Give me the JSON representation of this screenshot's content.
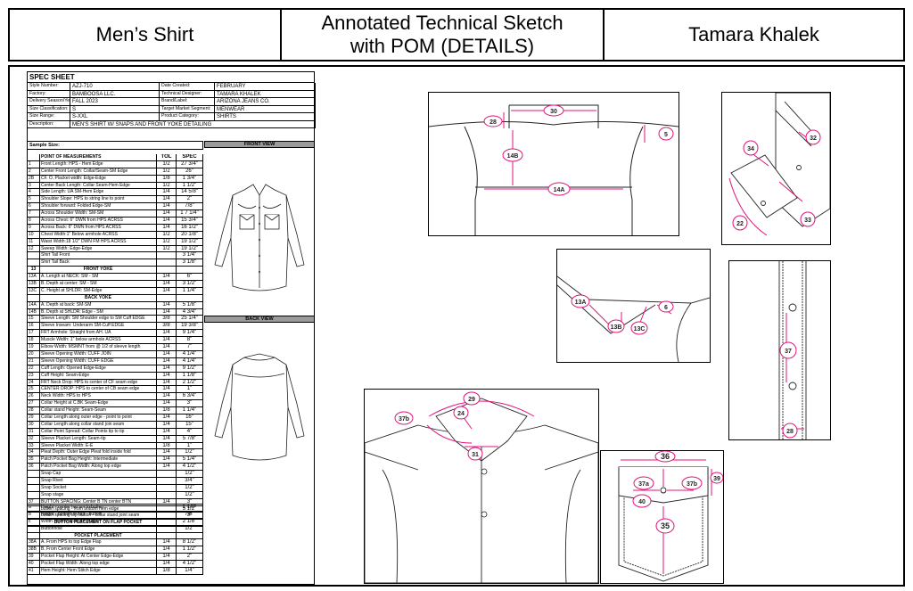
{
  "header": {
    "left": "Men’s Shirt",
    "center_line1": "Annotated Technical Sketch",
    "center_line2": "with POM (DETAILS)",
    "right": "Tamara Khalek"
  },
  "spec": {
    "title": "SPEC SHEET",
    "meta": [
      [
        "Style Number:",
        "AZJ-710",
        "Date Created:",
        "FEBRUARY"
      ],
      [
        "Factory:",
        "BAMBOOSA LLC.",
        "Technical Designer:",
        "TAMARA KHALEK"
      ],
      [
        "Delivery Season/Year:",
        "FALL 2023",
        "Brand/Label:",
        "ARIZONA JEANS CO."
      ],
      [
        "Size Classification:",
        "S",
        "Target Market Segment:",
        "MENWEAR"
      ],
      [
        "Size Range:",
        "S-XXL",
        "Product Category:",
        "SHIRTS"
      ]
    ],
    "desc_label": "Description:",
    "desc_value": "MEN'S SHIRT W/ SNAPS AND FRONT YOKE DETAILING",
    "sample_size": "Sample Size:",
    "front_view": "FRONT VIEW",
    "back_view": "BACK VIEW",
    "col_pom": "POINT OF MEASUREMENTS",
    "col_tol": "TOL",
    "col_spec": "SPEC",
    "rows": [
      [
        "1",
        "Front Length: HPS - Hem Edge",
        "1/2",
        "27 3/4\""
      ],
      [
        "2",
        "Center Front Length: Collar/Seam-SM Edge",
        "1/2",
        "26\""
      ],
      [
        "2B",
        "CF. O. Placket width: Edge-Edge",
        "1/8",
        "1 3/4\""
      ],
      [
        "3",
        "Center Back Length: Collar Seam-Hem Edge",
        "1/2",
        "1 1/2\""
      ],
      [
        "4",
        "Side Length: UA SM-Hem Edge",
        "1/4",
        "14 5/8\""
      ],
      [
        "5",
        "Shoulder Slope: HPS to string line to point",
        "1/4",
        "2\""
      ],
      [
        "6",
        "Shoulder forward: Folded Edge-SM",
        "1/4",
        "7/8\""
      ],
      [
        "7",
        "Across Shoulder Width: SM-SM",
        "1/4",
        "1 7 1/4\""
      ],
      [
        "8",
        "Across Chest: 6\" DWN from HPS ACRSS",
        "1/4",
        "15 3/4\""
      ],
      [
        "9",
        "Across Back: 6\" DWN from HPS ACRSS",
        "1/4",
        "16 1/2\""
      ],
      [
        "10",
        "Chest Width:1\" Below armhole ACRSS",
        "1/2",
        "20 1/8\""
      ],
      [
        "11",
        "Waist Width:18 1/2\" DWN FM HPS ACRSS",
        "1/2",
        "19 1/2\""
      ],
      [
        "12",
        "Sweep Width: Edge-Edge",
        "1/2",
        "19 1/2\""
      ],
      [
        "",
        "Shirt Tail Front",
        "",
        "3 1/4\""
      ],
      [
        "",
        "Shirt Tail Back",
        "",
        "3 1/8\""
      ],
      [
        "13",
        "FRONT YOKE",
        "",
        ""
      ],
      [
        "13A",
        "A. Length at NECK: SM - SM",
        "1/4",
        "6\""
      ],
      [
        "13B",
        "B. Depth at center: SM - SM",
        "1/4",
        "3 1/2\""
      ],
      [
        "13C",
        "C. Height at SHLDR: SM-Edge",
        "1/4",
        "1 1/4\""
      ],
      [
        "",
        "BACK YOKE",
        "",
        ""
      ],
      [
        "14A",
        "A. Depth at back: SM-SM",
        "1/4",
        "5 1/8\""
      ],
      [
        "14B",
        "B. Depth at SHLDR: Edge - SM",
        "1/4",
        "4 3/4\""
      ],
      [
        "15",
        "Sleeve Length: SM Shoulder edge to SM Cuff EDGE",
        "3/8",
        "25 1/4\""
      ],
      [
        "16",
        "Sleeve Inseam: Underarm SM-Cuff EDGE",
        "3/8",
        "19 3/8\""
      ],
      [
        "17",
        "FRT Armhole: Straight from AH. UA",
        "1/4",
        "9 1/4\""
      ],
      [
        "18",
        "Muscle Width: 1\" below armhole ACRSS",
        "1/4",
        "8\""
      ],
      [
        "19",
        "Elbow Width: MSMNT from @ 1/2 of sleeve length",
        "1/4",
        "7\""
      ],
      [
        "20",
        "Sleeve Opening Width: CUFF JOIN",
        "1/4",
        "4 1/4\""
      ],
      [
        "21",
        "Sleeve Opening Width: CUFF EDGE",
        "1/4",
        "4 1/4\""
      ],
      [
        "22",
        "Cuff Length: Opened Edge-Edge",
        "1/4",
        "9 1/2\""
      ],
      [
        "23",
        "Cuff Height: Seam-Edge",
        "1/4",
        "1 1/8\""
      ],
      [
        "24",
        "FRT Neck Drop: HPS to center of CF seam edge",
        "1/4",
        "2 1/2\""
      ],
      [
        "25",
        "CENTER DROP: HPS to center of CB seam edge",
        "1/4",
        "1\""
      ],
      [
        "26",
        "Neck Width: HPS to HPS",
        "1/4",
        "6 3/4\""
      ],
      [
        "27",
        "Collar Height at C.BK Seam-Edge",
        "1/4",
        "3\""
      ],
      [
        "28",
        "Collar stand Height: Seam-Seam",
        "1/8",
        "1 1/4\""
      ],
      [
        "29",
        "Collar Length along outer edge - point to point",
        "1/4",
        "16\""
      ],
      [
        "30",
        "Collar Length along collar stand join seam",
        "1/4",
        "15\""
      ],
      [
        "31",
        "Collar Point Spread: Collar Points tip to tip",
        "1/4",
        "4\""
      ],
      [
        "32",
        "Sleeve Placket Length: Seam-tip",
        "1/4",
        "5 7/8\""
      ],
      [
        "33",
        "Sleeve Placket Width: E-E",
        "1/8",
        "1\""
      ],
      [
        "34",
        "Pleat Depth: Outer Edge Pleat fold inside fold",
        "1/4",
        "1/2\""
      ],
      [
        "35",
        "Patch Pocket Bag Height: Intermediate",
        "1/4",
        "5 1/4\""
      ],
      [
        "36",
        "Patch Pocket Bag Width: Along top edge",
        "1/4",
        "4 1/2\""
      ],
      [
        "",
        "Snap Cap",
        "",
        "1/2\""
      ],
      [
        "",
        "Snap Rivet",
        "",
        "3/4\""
      ],
      [
        "",
        "Snap Socket",
        "",
        "1/2\""
      ],
      [
        "",
        "Snap stage",
        "",
        "1/2\""
      ],
      [
        "37",
        "BUTTON SPACING: Center B TN center BTN",
        "1/4",
        "3\""
      ],
      [
        "",
        "button spacing - from bottom hem edge",
        "",
        "5 1/2\""
      ],
      [
        "",
        "button spacing top button - collar stand joint seam",
        "",
        "3\""
      ],
      [
        "",
        "BUTTON PLACEMENT ON FLAP POCKET",
        "",
        ""
      ]
    ],
    "rows2": [
      [
        "a",
        "Height - center top sm to button",
        "",
        "1 1/8\""
      ],
      [
        "b",
        "Height - bottom of flap - button",
        "",
        "7/8\""
      ],
      [
        "c",
        "Width - button to edge of flap",
        "",
        "2 1/8\""
      ],
      [
        "",
        "Buttonhole",
        "",
        "1/2\""
      ],
      [
        "",
        "POCKET PLACEMENT",
        "",
        ""
      ],
      [
        "38A",
        "A. From HPS to top Edge Flap",
        "1/4",
        "8 1/2\""
      ],
      [
        "38B",
        "B. From Center Front Edge",
        "1/4",
        "1 1/2\""
      ],
      [
        "39",
        "Pocket Flap Height: At Center Edge-Edge",
        "1/4",
        "2\""
      ],
      [
        "40",
        "Pocket Flap Width: Along top edge",
        "1/4",
        "4 1/2\""
      ],
      [
        "41",
        "Hem Height: Hem Stitch Edge",
        "1/8",
        "1/4\""
      ]
    ]
  },
  "callouts": {
    "c30": "30",
    "c28": "28",
    "c5": "5",
    "c14B": "14B",
    "c14A": "14A",
    "c34": "34",
    "c32": "32",
    "c22": "22",
    "c33": "33",
    "c13A": "13A",
    "c6": "6",
    "c13B": "13B",
    "c13C": "13C",
    "c37": "37",
    "c28b": "28",
    "c29": "29",
    "c37b": "37b",
    "c24": "24",
    "c31": "31",
    "c36": "36",
    "c37a": "37a",
    "c37b2": "37b",
    "c39": "39",
    "c40": "40",
    "c35": "35"
  },
  "colors": {
    "accent": "#e0147a",
    "line": "#222222",
    "grey": "#9a9a9a"
  }
}
